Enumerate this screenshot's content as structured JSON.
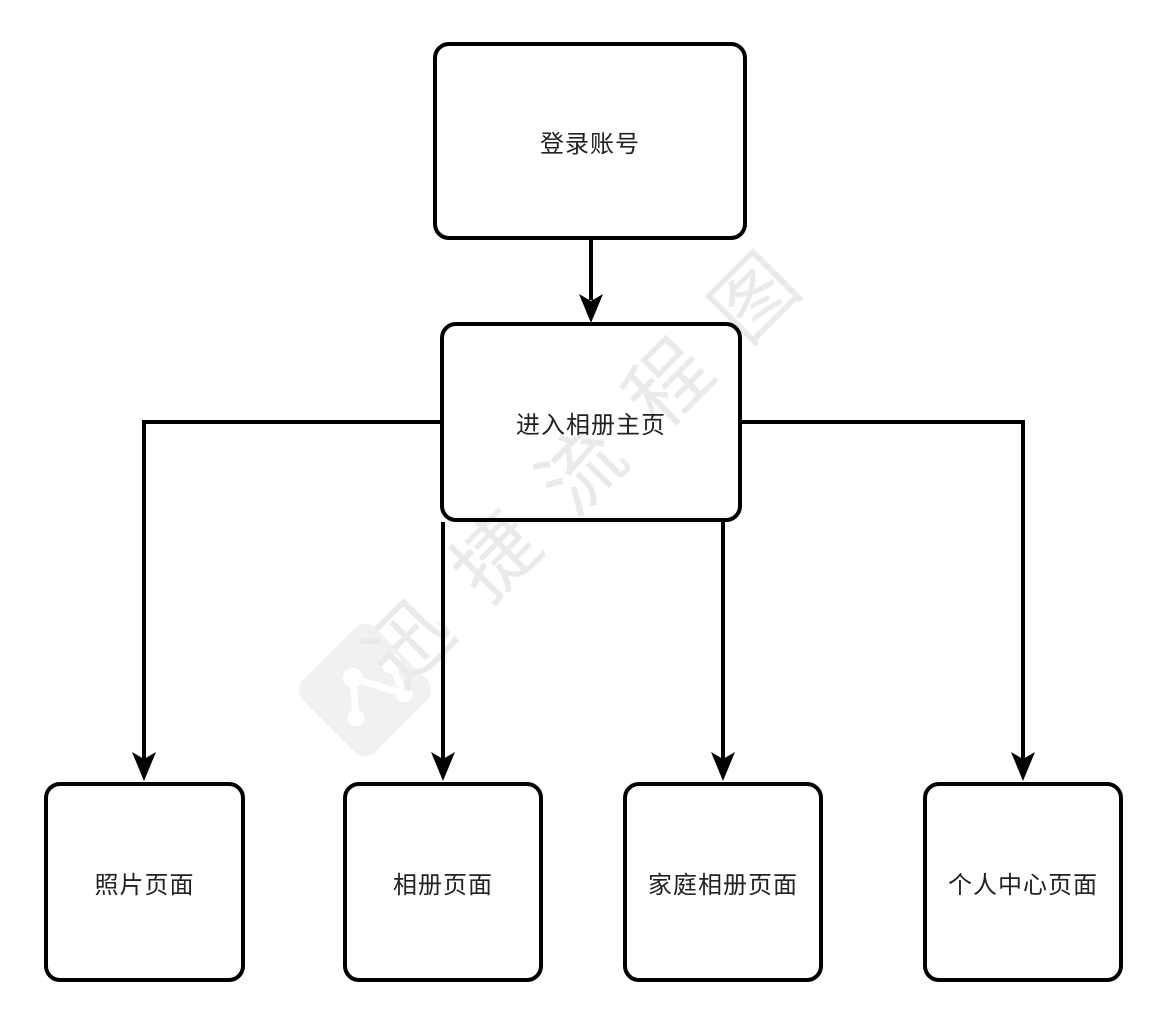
{
  "diagram": {
    "type": "flowchart",
    "background_color": "#ffffff",
    "node_border_color": "#000000",
    "node_fill_color": "#ffffff",
    "node_text_color": "#222222",
    "connector_color": "#000000",
    "nodes": [
      {
        "id": "login",
        "label": "登录账号"
      },
      {
        "id": "home",
        "label": "进入相册主页"
      },
      {
        "id": "photos",
        "label": "照片页面"
      },
      {
        "id": "albums",
        "label": "相册页面"
      },
      {
        "id": "family",
        "label": "家庭相册页面"
      },
      {
        "id": "profile",
        "label": "个人中心页面"
      }
    ],
    "edges": [
      {
        "from": "login",
        "to": "home"
      },
      {
        "from": "home",
        "to": "photos"
      },
      {
        "from": "home",
        "to": "albums"
      },
      {
        "from": "home",
        "to": "family"
      },
      {
        "from": "home",
        "to": "profile"
      }
    ]
  },
  "watermark": {
    "text": "迅捷流程图",
    "logo": "node-graph-logo",
    "text_color": "#eaeaea",
    "logo_tile_color": "#f1f1f1"
  }
}
